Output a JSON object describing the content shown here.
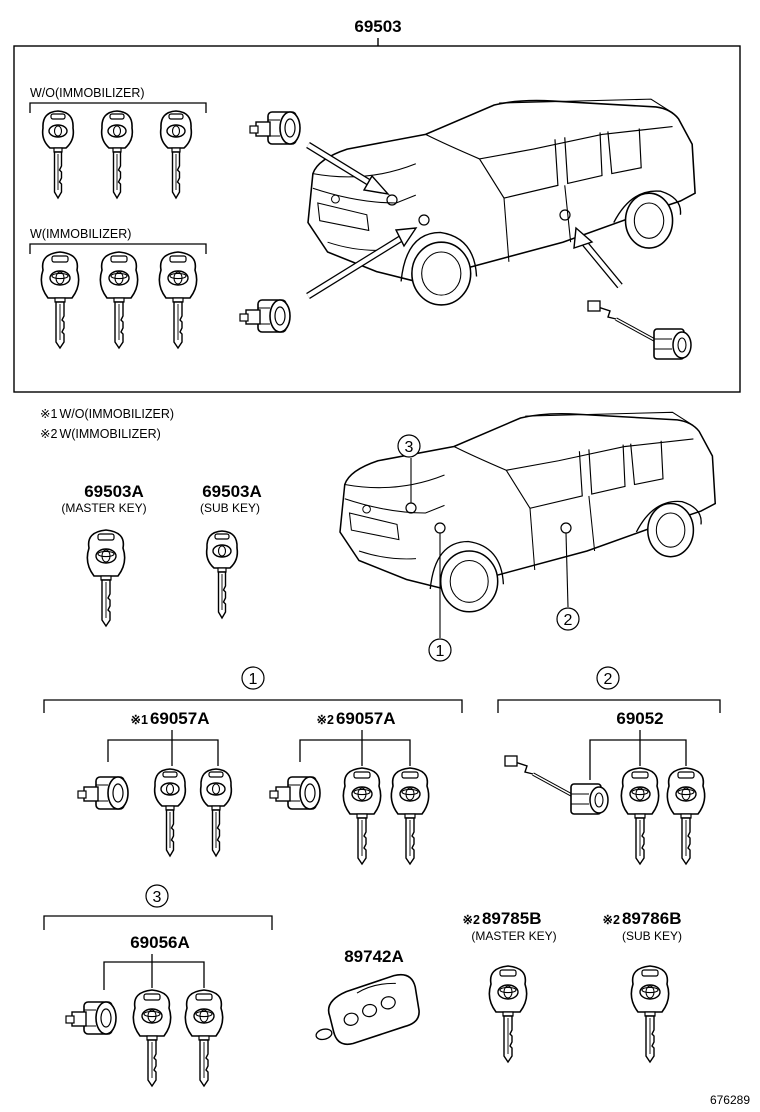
{
  "top_assembly": {
    "part_no": "69503"
  },
  "top_box": {
    "group_wo": "W/O(IMMOBILIZER)",
    "group_w": "W(IMMOBILIZER)"
  },
  "notes": [
    {
      "mark": "※1",
      "text": "W/O(IMMOBILIZER)"
    },
    {
      "mark": "※2",
      "text": "W(IMMOBILIZER)"
    }
  ],
  "callouts": {
    "c1": "1",
    "c2": "2",
    "c3": "3"
  },
  "parts": {
    "master_key": {
      "part_no": "69503A",
      "desc": "(MASTER KEY)"
    },
    "sub_key": {
      "part_no": "69503A",
      "desc": "(SUB KEY)"
    },
    "set1_wo": {
      "mark": "※1",
      "part_no": "69057A"
    },
    "set1_w": {
      "mark": "※2",
      "part_no": "69057A"
    },
    "set2": {
      "part_no": "69052"
    },
    "set3": {
      "part_no": "69056A"
    },
    "transmitter": {
      "part_no": "89742A"
    },
    "imm_master": {
      "mark": "※2",
      "part_no": "89785B",
      "desc": "(MASTER KEY)"
    },
    "imm_sub": {
      "mark": "※2",
      "part_no": "89786B",
      "desc": "(SUB KEY)"
    }
  },
  "footer": {
    "code": "676289"
  }
}
